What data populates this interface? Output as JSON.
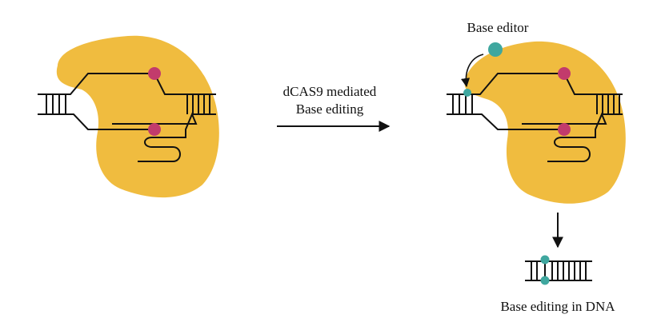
{
  "labels": {
    "process": [
      "dCAS9 mediated",
      "Base editing"
    ],
    "base_editor": "Base editor",
    "result": "Base editing in DNA"
  },
  "colors": {
    "cas9": "#F0BC3F",
    "guide_dot": "#C23B6C",
    "editor_dot": "#3FA79F",
    "line": "#111111"
  },
  "icons": {
    "process_arrow": "right-arrow",
    "editor_arrow": "curved-arrow",
    "result_arrow": "down-arrow"
  }
}
